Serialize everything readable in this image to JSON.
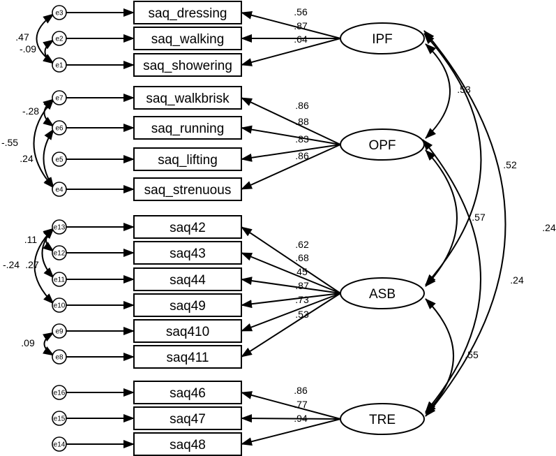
{
  "factors": [
    {
      "id": "IPF",
      "label": "IPF",
      "indicators": [
        {
          "name": "saq_dressing",
          "error": "e3",
          "loading": ".56"
        },
        {
          "name": "saq_walking",
          "error": "e2",
          "loading": ".87"
        },
        {
          "name": "saq_showering",
          "error": "e1",
          "loading": ".64"
        }
      ]
    },
    {
      "id": "OPF",
      "label": "OPF",
      "indicators": [
        {
          "name": "saq_walkbrisk",
          "error": "e7",
          "loading": ".86"
        },
        {
          "name": "saq_running",
          "error": "e6",
          "loading": ".88"
        },
        {
          "name": "saq_lifting",
          "error": "e5",
          "loading": ".83"
        },
        {
          "name": "saq_strenuous",
          "error": "e4",
          "loading": ".86"
        }
      ]
    },
    {
      "id": "ASB",
      "label": "ASB",
      "indicators": [
        {
          "name": "saq42",
          "error": "e13",
          "loading": ".62"
        },
        {
          "name": "saq43",
          "error": "e12",
          "loading": ".68"
        },
        {
          "name": "saq44",
          "error": "e11",
          "loading": ".45"
        },
        {
          "name": "saq49",
          "error": "e10",
          "loading": ".87"
        },
        {
          "name": "saq410",
          "error": "e9",
          "loading": ".73"
        },
        {
          "name": "saq411",
          "error": "e8",
          "loading": ".53"
        }
      ]
    },
    {
      "id": "TRE",
      "label": "TRE",
      "indicators": [
        {
          "name": "saq46",
          "error": "e16",
          "loading": ".86"
        },
        {
          "name": "saq47",
          "error": "e15",
          "loading": ".77"
        },
        {
          "name": "saq48",
          "error": "e14",
          "loading": ".94"
        }
      ]
    }
  ],
  "factor_correlations": [
    {
      "from": "IPF",
      "to": "OPF",
      "value": ".53"
    },
    {
      "from": "IPF",
      "to": "ASB",
      "value": ".52"
    },
    {
      "from": "IPF",
      "to": "TRE",
      "value": ".24"
    },
    {
      "from": "OPF",
      "to": "ASB",
      "value": ".57"
    },
    {
      "from": "OPF",
      "to": "TRE",
      "value": ".24"
    },
    {
      "from": "ASB",
      "to": "TRE",
      "value": ".55"
    }
  ],
  "error_covariances": [
    {
      "from": "e3",
      "to": "e1",
      "value": ".47"
    },
    {
      "from": "e2",
      "to": "e1",
      "value": "-.09"
    },
    {
      "from": "e7",
      "to": "e6",
      "value": "-.28"
    },
    {
      "from": "e7",
      "to": "e4",
      "value": "-.55"
    },
    {
      "from": "e6",
      "to": "e4",
      "value": ".24"
    },
    {
      "from": "e13",
      "to": "e12",
      "value": ".11"
    },
    {
      "from": "e13",
      "to": "e11",
      "value": ".27"
    },
    {
      "from": "e13",
      "to": "e10",
      "value": "-.24"
    },
    {
      "from": "e9",
      "to": "e8",
      "value": ".09"
    }
  ]
}
